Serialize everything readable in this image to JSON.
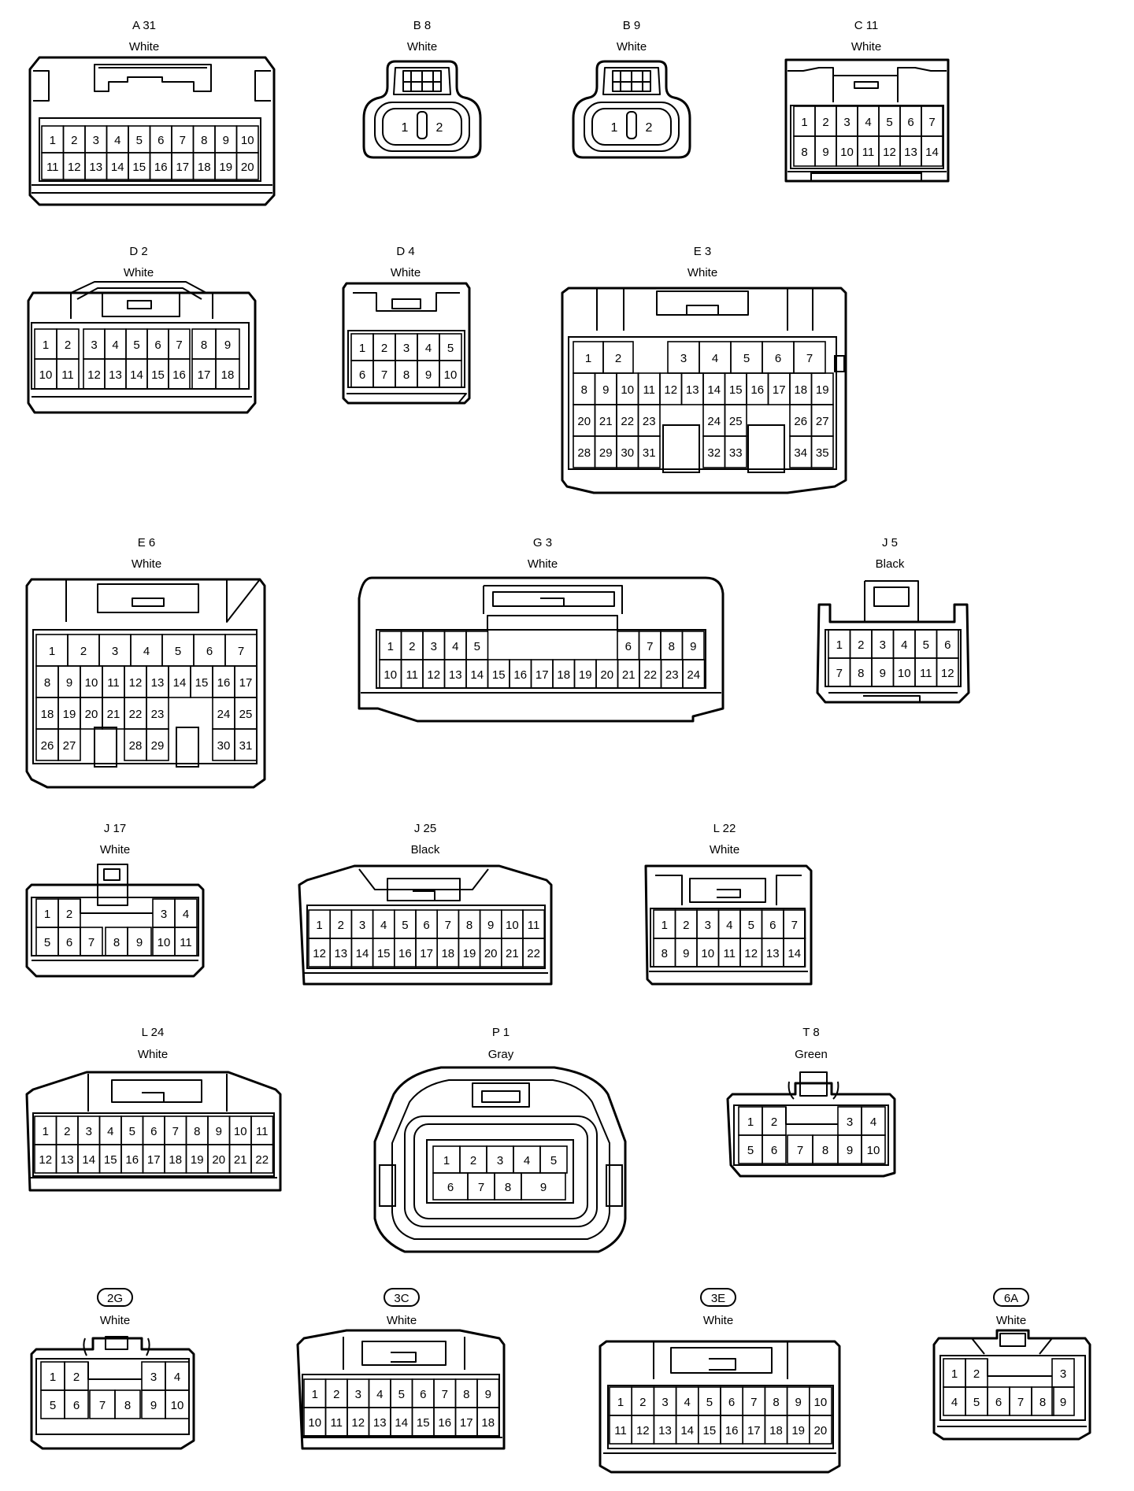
{
  "connectors": [
    {
      "code": "A 31",
      "color": "White",
      "rows": [
        [
          1,
          2,
          3,
          4,
          5,
          6,
          7,
          8,
          9,
          10
        ],
        [
          11,
          12,
          13,
          14,
          15,
          16,
          17,
          18,
          19,
          20
        ]
      ]
    },
    {
      "code": "B 8",
      "color": "White",
      "rows": [
        [
          1,
          2
        ]
      ]
    },
    {
      "code": "B 9",
      "color": "White",
      "rows": [
        [
          1,
          2
        ]
      ]
    },
    {
      "code": "C 11",
      "color": "White",
      "rows": [
        [
          1,
          2,
          3,
          4,
          5,
          6,
          7
        ],
        [
          8,
          9,
          10,
          11,
          12,
          13,
          14
        ]
      ]
    },
    {
      "code": "D 2",
      "color": "White",
      "rows": [
        [
          1,
          2,
          3,
          4,
          5,
          6,
          7,
          8,
          9
        ],
        [
          10,
          11,
          12,
          13,
          14,
          15,
          16,
          17,
          18
        ]
      ]
    },
    {
      "code": "D 4",
      "color": "White",
      "rows": [
        [
          1,
          2,
          3,
          4,
          5
        ],
        [
          6,
          7,
          8,
          9,
          10
        ]
      ]
    },
    {
      "code": "E 3",
      "color": "White",
      "rows": [
        [
          1,
          2,
          3,
          4,
          5,
          6,
          7
        ],
        [
          8,
          9,
          10,
          11,
          12,
          13,
          14,
          15,
          16,
          17,
          18,
          19
        ],
        [
          20,
          21,
          22,
          23,
          24,
          25,
          26,
          27
        ],
        [
          28,
          29,
          30,
          31,
          32,
          33,
          34,
          35
        ]
      ]
    },
    {
      "code": "E 6",
      "color": "White",
      "rows": [
        [
          1,
          2,
          3,
          4,
          5,
          6,
          7
        ],
        [
          8,
          9,
          10,
          11,
          12,
          13,
          14,
          15,
          16,
          17
        ],
        [
          18,
          19,
          20,
          21,
          22,
          23,
          24,
          25
        ],
        [
          26,
          27,
          28,
          29,
          30,
          31
        ]
      ]
    },
    {
      "code": "G 3",
      "color": "White",
      "rows": [
        [
          1,
          2,
          3,
          4,
          5,
          6,
          7,
          8,
          9
        ],
        [
          10,
          11,
          12,
          13,
          14,
          15,
          16,
          17,
          18,
          19,
          20,
          21,
          22,
          23,
          24
        ]
      ]
    },
    {
      "code": "J 5",
      "color": "Black",
      "rows": [
        [
          1,
          2,
          3,
          4,
          5,
          6
        ],
        [
          7,
          8,
          9,
          10,
          11,
          12
        ]
      ]
    },
    {
      "code": "J 17",
      "color": "White",
      "rows": [
        [
          1,
          2,
          3,
          4
        ],
        [
          5,
          6,
          7,
          8,
          9,
          10,
          11
        ]
      ]
    },
    {
      "code": "J 25",
      "color": "Black",
      "rows": [
        [
          1,
          2,
          3,
          4,
          5,
          6,
          7,
          8,
          9,
          10,
          11
        ],
        [
          12,
          13,
          14,
          15,
          16,
          17,
          18,
          19,
          20,
          21,
          22
        ]
      ]
    },
    {
      "code": "L 22",
      "color": "White",
      "rows": [
        [
          1,
          2,
          3,
          4,
          5,
          6,
          7
        ],
        [
          8,
          9,
          10,
          11,
          12,
          13,
          14
        ]
      ]
    },
    {
      "code": "L 24",
      "color": "White",
      "rows": [
        [
          1,
          2,
          3,
          4,
          5,
          6,
          7,
          8,
          9,
          10,
          11
        ],
        [
          12,
          13,
          14,
          15,
          16,
          17,
          18,
          19,
          20,
          21,
          22
        ]
      ]
    },
    {
      "code": "P 1",
      "color": "Gray",
      "rows": [
        [
          1,
          2,
          3,
          4,
          5
        ],
        [
          6,
          7,
          8,
          9
        ]
      ]
    },
    {
      "code": "T 8",
      "color": "Green",
      "rows": [
        [
          1,
          2,
          3,
          4
        ],
        [
          5,
          6,
          7,
          8,
          9,
          10
        ]
      ]
    },
    {
      "code": "2G",
      "color": "White",
      "rows": [
        [
          1,
          2,
          3,
          4
        ],
        [
          5,
          6,
          7,
          8,
          9,
          10
        ]
      ]
    },
    {
      "code": "3C",
      "color": "White",
      "rows": [
        [
          1,
          2,
          3,
          4,
          5,
          6,
          7,
          8,
          9
        ],
        [
          10,
          11,
          12,
          13,
          14,
          15,
          16,
          17,
          18
        ]
      ]
    },
    {
      "code": "3E",
      "color": "White",
      "rows": [
        [
          1,
          2,
          3,
          4,
          5,
          6,
          7,
          8,
          9,
          10
        ],
        [
          11,
          12,
          13,
          14,
          15,
          16,
          17,
          18,
          19,
          20
        ]
      ]
    },
    {
      "code": "6A",
      "color": "White",
      "rows": [
        [
          1,
          2,
          3
        ],
        [
          4,
          5,
          6,
          7,
          8,
          9
        ]
      ]
    }
  ]
}
